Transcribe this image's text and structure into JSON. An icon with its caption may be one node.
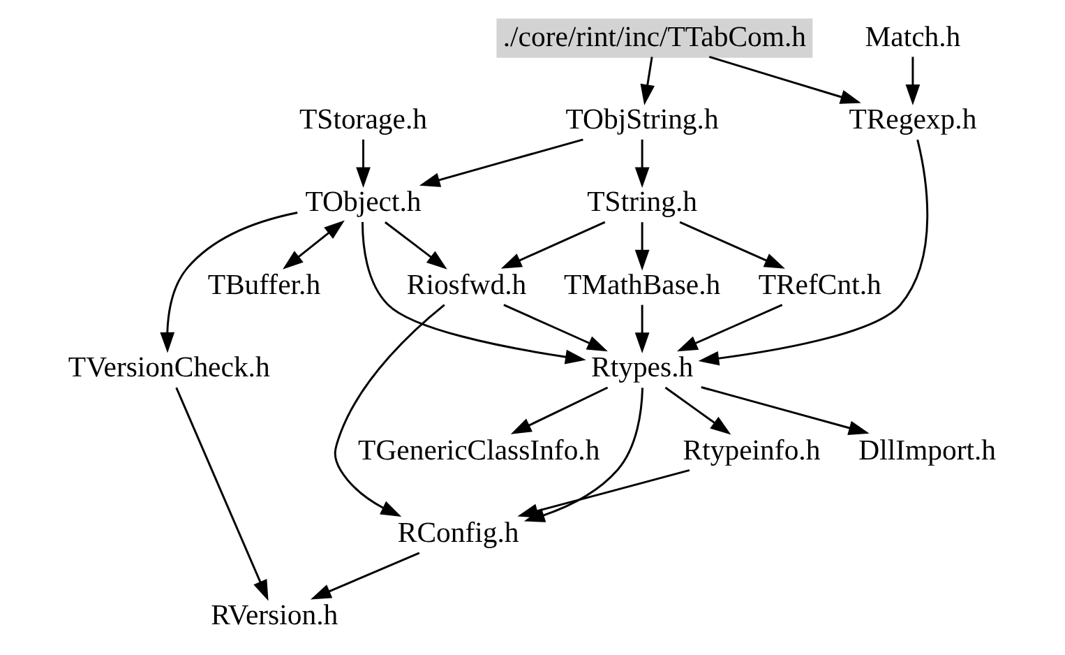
{
  "diagram": {
    "nodes": [
      {
        "text": [
          "./core/rint/inc/TTabCom.h"
        ]
      },
      {
        "text": [
          "TObjString.h"
        ]
      },
      {
        "text": [
          "TRegexp.h"
        ]
      },
      {
        "text": [
          "TObject.h"
        ]
      },
      {
        "text": [
          "TString.h"
        ]
      },
      {
        "text": [
          "Match.h"
        ]
      },
      {
        "text": [
          "TBuffer.h"
        ]
      },
      {
        "text": [
          "TStorage.h"
        ]
      },
      {
        "text": [
          "Riosfwd.h"
        ]
      },
      {
        "text": [
          "TMathBase.h"
        ]
      },
      {
        "text": [
          "TRefCnt.h"
        ]
      },
      {
        "text": [
          "TVersionCheck.h"
        ]
      },
      {
        "text": [
          "Rtypes.h"
        ]
      },
      {
        "text": [
          "DllImport.h"
        ]
      },
      {
        "text": [
          "TGenericClassInfo.h"
        ]
      },
      {
        "text": [
          "Rtypeinfo.h"
        ]
      },
      {
        "text": [
          "RConfig.h"
        ]
      },
      {
        "text": [
          "RVersion.h"
        ]
      }
    ],
    "edges": [
      {
        "from": 0,
        "to": 1,
        "arrow": "to"
      },
      {
        "from": 0,
        "to": 2,
        "arrow": "to"
      },
      {
        "from": 1,
        "to": 3,
        "arrow": "to"
      },
      {
        "from": 1,
        "to": 4,
        "arrow": "to"
      },
      {
        "from": 5,
        "to": 2,
        "arrow": "to"
      },
      {
        "from": 2,
        "to": 12,
        "arrow": "to"
      },
      {
        "from": 3,
        "to": 6,
        "arrow": "both"
      },
      {
        "from": 7,
        "to": 3,
        "arrow": "to"
      },
      {
        "from": 3,
        "to": 8,
        "arrow": "to"
      },
      {
        "from": 3,
        "to": 11,
        "arrow": "to"
      },
      {
        "from": 3,
        "to": 12,
        "arrow": "to"
      },
      {
        "from": 4,
        "to": 8,
        "arrow": "to"
      },
      {
        "from": 4,
        "to": 9,
        "arrow": "to"
      },
      {
        "from": 4,
        "to": 10,
        "arrow": "to"
      },
      {
        "from": 8,
        "to": 12,
        "arrow": "to"
      },
      {
        "from": 8,
        "to": 16,
        "arrow": "to"
      },
      {
        "from": 9,
        "to": 12,
        "arrow": "to"
      },
      {
        "from": 10,
        "to": 12,
        "arrow": "to"
      },
      {
        "from": 11,
        "to": 17,
        "arrow": "to"
      },
      {
        "from": 12,
        "to": 13,
        "arrow": "to"
      },
      {
        "from": 12,
        "to": 14,
        "arrow": "to"
      },
      {
        "from": 12,
        "to": 15,
        "arrow": "to"
      },
      {
        "from": 12,
        "to": 16,
        "arrow": "to"
      },
      {
        "from": 15,
        "to": 16,
        "arrow": "to"
      },
      {
        "from": 16,
        "to": 17,
        "arrow": "to"
      }
    ]
  }
}
